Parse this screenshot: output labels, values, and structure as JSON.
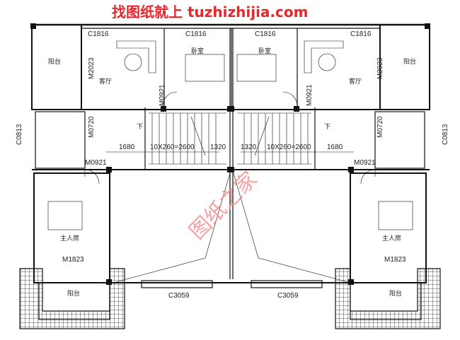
{
  "watermark_top": "找图纸就上 tuzhizhijia.com",
  "watermark_center": "图纸之家",
  "rooms": {
    "balcony": "阳台",
    "living": "客厅",
    "bedroom": "卧室",
    "master": "主人房"
  },
  "doors": {
    "m2023": "M2023",
    "m0921": "M0921",
    "m0720": "M0720",
    "m1823": "M1823"
  },
  "windows": {
    "c1816": "C1816",
    "c0813": "C0813",
    "c3059": "C3059"
  },
  "stairs": {
    "down": "下",
    "dim_outer": "1680",
    "dim_steps": "10X260=2600",
    "dim_inner": "1320"
  }
}
